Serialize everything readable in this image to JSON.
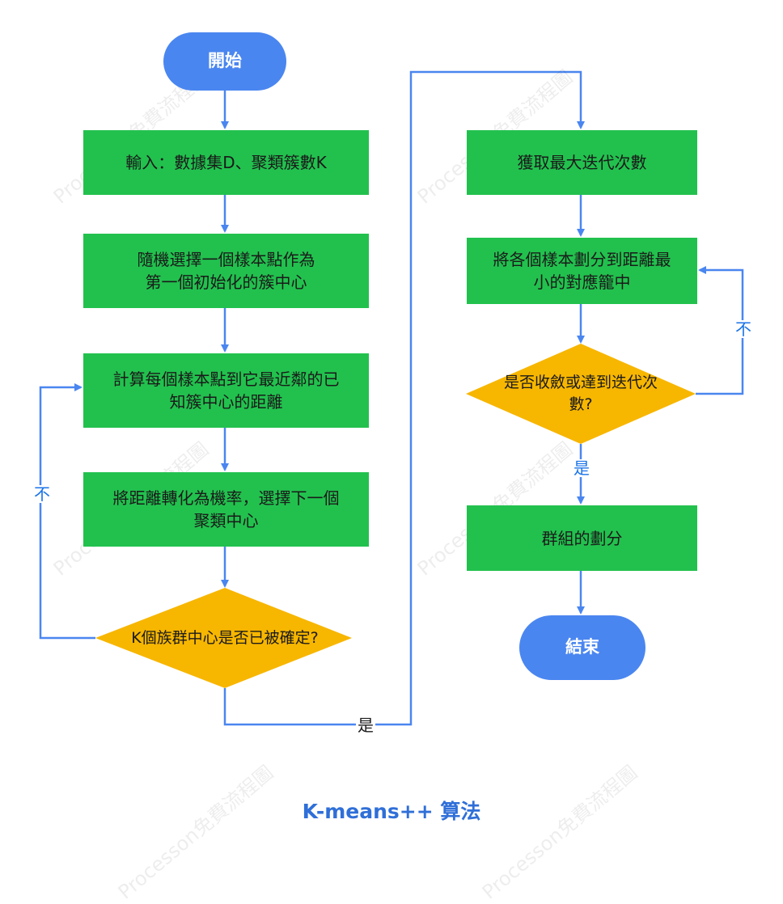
{
  "watermark": "Processon免費流程圖",
  "nodes": {
    "start": "開始",
    "input": "輸入：數據集D、聚類簇數K",
    "select_first": "隨機選擇一個樣本點作為\n第一個初始化的簇中心",
    "compute_distance": "計算每個樣本點到它最近鄰的已\n知簇中心的距離",
    "to_probability": "將距離轉化為機率，選擇下一個\n聚類中心",
    "decision_k": "K個族群中心是否已被確定?",
    "get_max_iter": "獲取最大迭代次數",
    "assign": "將各個樣本劃分到距離最\n小的對應籠中",
    "decision_converge": "是否收斂或達到迭代次\n數?",
    "partition": "群組的劃分",
    "end": "結束"
  },
  "edges": {
    "no_left": "不",
    "yes_bottom": "是",
    "no_right": "不",
    "yes_right": "是"
  },
  "caption": "K-means++ 算法",
  "colors": {
    "process": "#22c14e",
    "terminal": "#4a86f0",
    "decision": "#f7b600",
    "arrow": "#4a86f0"
  }
}
